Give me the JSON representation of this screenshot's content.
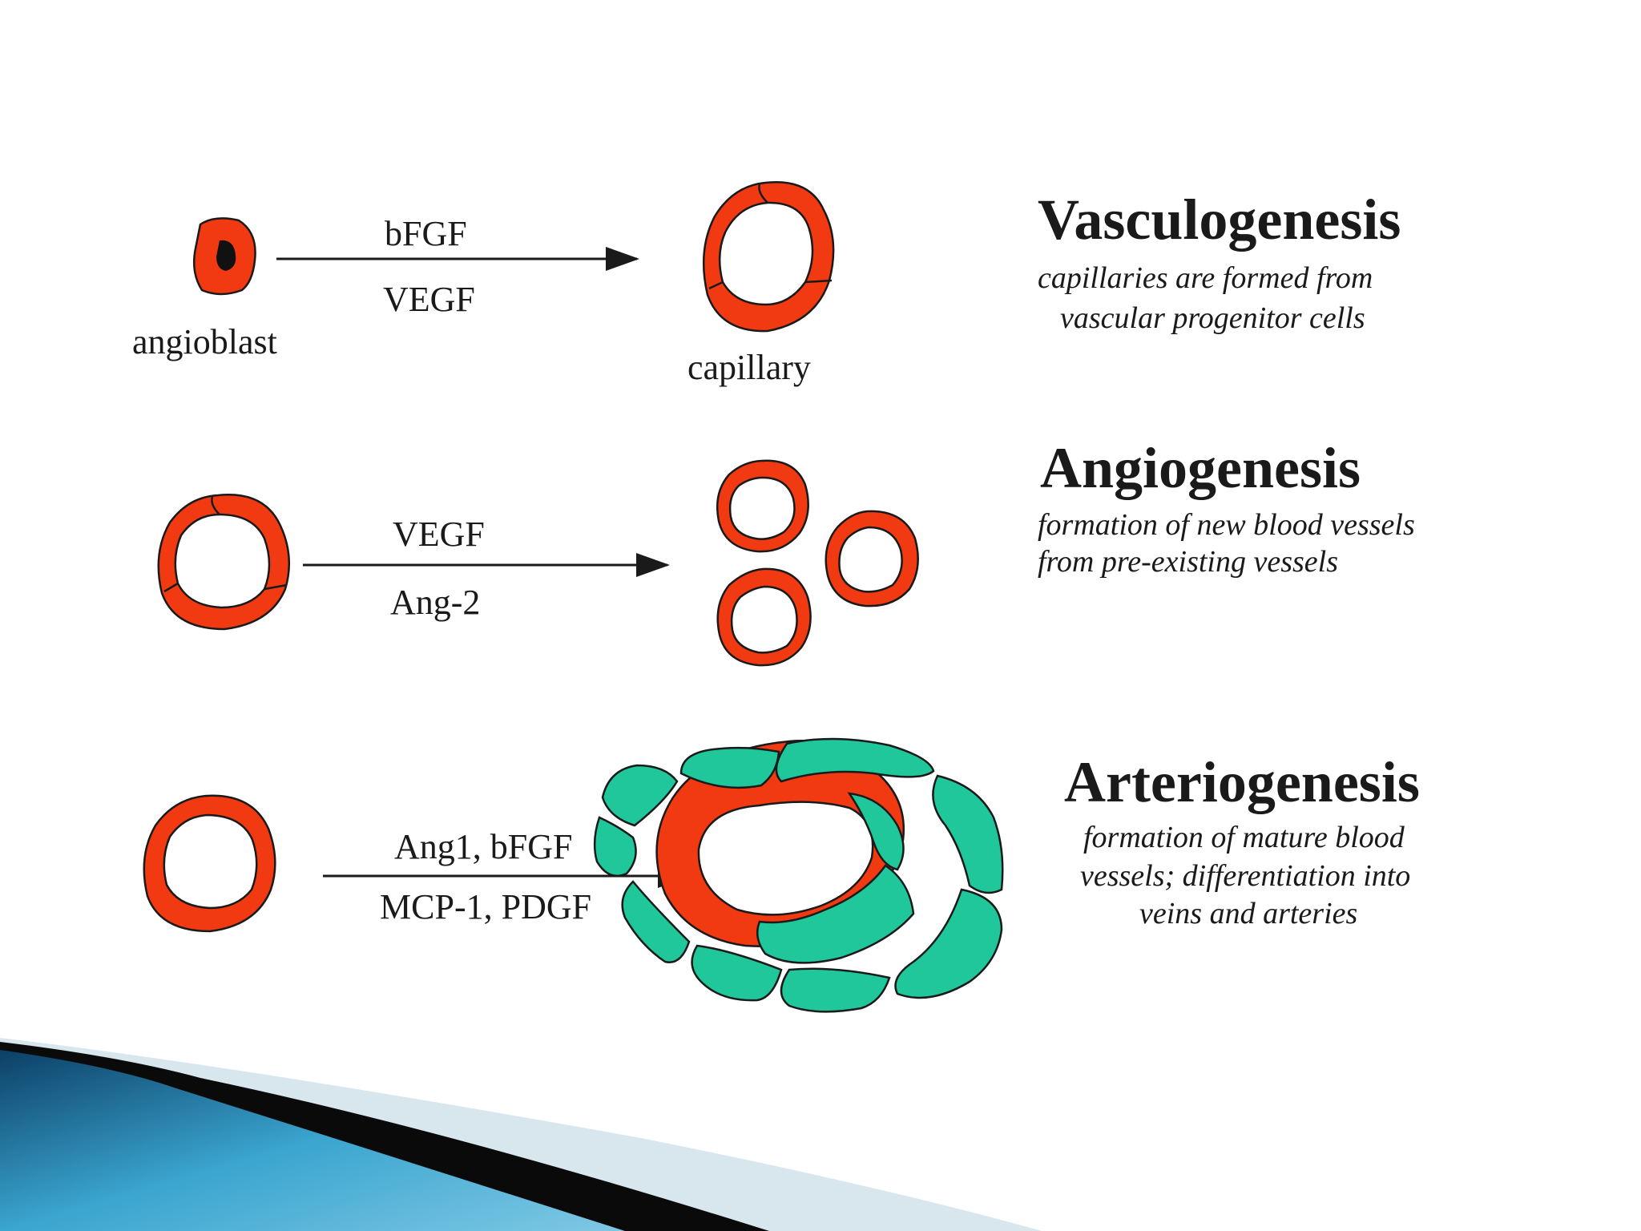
{
  "vasculogenesis": {
    "factor_top": "bFGF",
    "factor_bottom": "VEGF",
    "source_label": "angioblast",
    "result_label": "capillary",
    "heading": "Vasculogenesis",
    "description_line1": "capillaries are formed from",
    "description_line2": "vascular progenitor cells"
  },
  "angiogenesis": {
    "factor_top": "VEGF",
    "factor_bottom": "Ang-2",
    "heading": "Angiogenesis",
    "description_line1": "formation of new blood vessels",
    "description_line2": "from pre-existing vessels"
  },
  "arteriogenesis": {
    "factor_top": "Ang1, bFGF",
    "factor_bottom": "MCP-1, PDGF",
    "heading": "Arteriogenesis",
    "description_line1": "formation of mature blood",
    "description_line2": "vessels; differentiation into",
    "description_line3": "veins and arteries"
  },
  "colors": {
    "vessel_red": "#f23a12",
    "smooth_muscle_green": "#1fc79a",
    "outline": "#1a1a1a",
    "accent_blue": "#3aa5cf"
  }
}
